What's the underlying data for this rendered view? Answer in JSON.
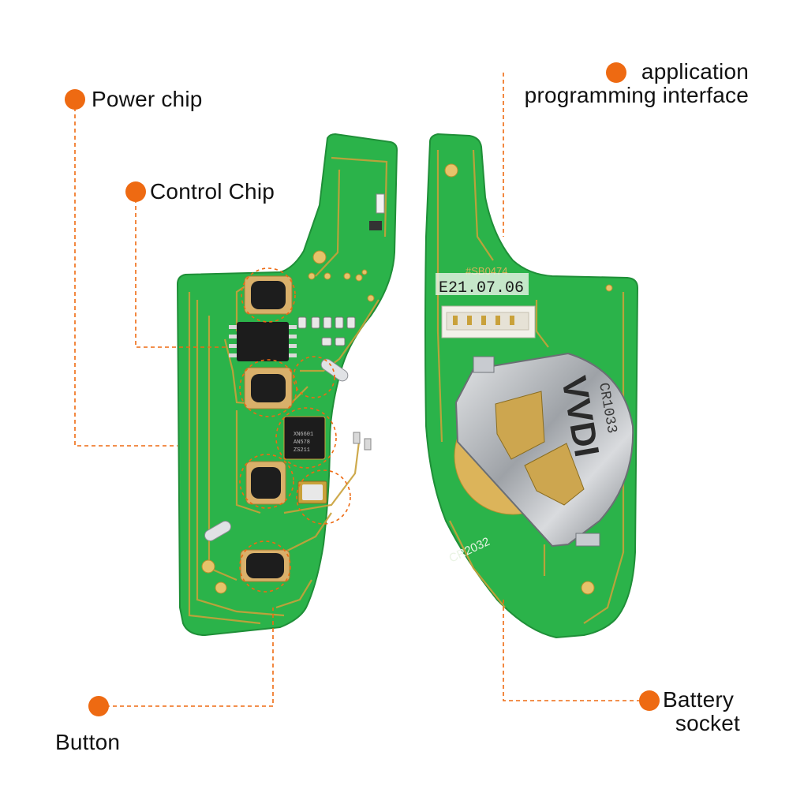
{
  "colors": {
    "accent": "#ee6a12",
    "pcb_green": "#2bb34a",
    "pcb_trace": "#c9a13a",
    "chip_body": "#1c1c1c",
    "metal_clip": "#b9bcc0"
  },
  "labels": {
    "power_chip": "Power chip",
    "control_chip": "Control Chip",
    "button": "Button",
    "api_line1": "application",
    "api_line2": "programming interface",
    "battery_line1": "Battery",
    "battery_line2": "socket"
  },
  "board_markings": {
    "date_code": "E21.07.06",
    "board_id": "#SB0474",
    "battery_type": "CR2032",
    "clip_text": "VVDI",
    "clip_sub": "CR1033",
    "ic_text_1": "XN6601",
    "ic_text_2": "AN578",
    "ic_text_3": "ZS211"
  }
}
